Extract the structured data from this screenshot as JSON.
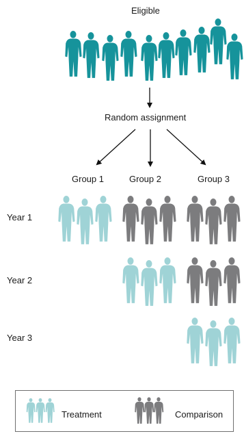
{
  "diagram": {
    "eligible_label": "Eligible",
    "assignment_label": "Random assignment",
    "groups": [
      {
        "label": "Group 1"
      },
      {
        "label": "Group 2"
      },
      {
        "label": "Group 3"
      }
    ],
    "years": [
      {
        "label": "Year 1",
        "cells": [
          "treatment",
          "comparison",
          "comparison"
        ]
      },
      {
        "label": "Year 2",
        "cells": [
          null,
          "treatment",
          "comparison"
        ]
      },
      {
        "label": "Year 3",
        "cells": [
          null,
          null,
          "treatment"
        ]
      }
    ]
  },
  "legend": {
    "treatment_label": "Treatment",
    "comparison_label": "Comparison"
  },
  "colors": {
    "eligible": "#16939b",
    "treatment": "#9fd3d6",
    "comparison": "#7c7c7e",
    "arrow": "#111111",
    "legend_border": "#6f6f6f"
  }
}
